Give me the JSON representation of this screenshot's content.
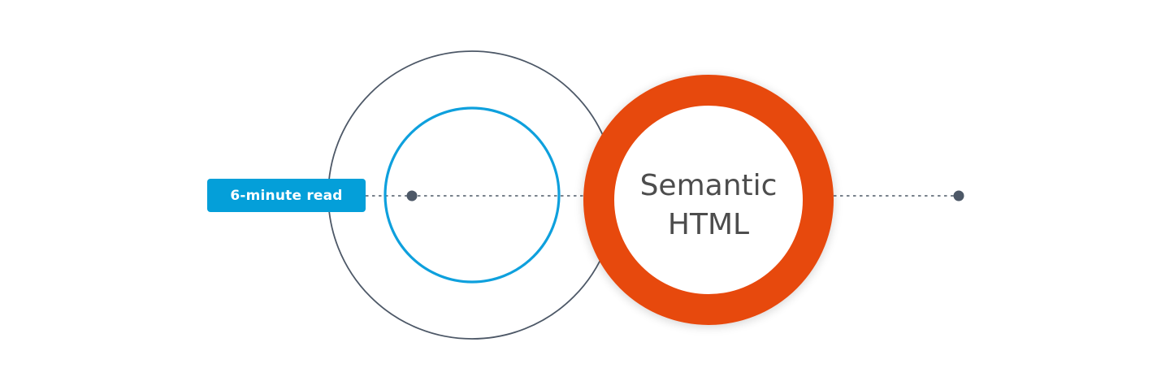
{
  "badge": {
    "label": "6-minute read"
  },
  "title": {
    "line1": "Semantic",
    "line2": "HTML"
  },
  "colors": {
    "badge_bg": "#049fd9",
    "badge_text": "#ffffff",
    "outer_ring": "#4d5867",
    "inner_ring": "#0ea0dd",
    "accent_ring": "#e74810",
    "dotted_line": "#4d5867",
    "endpoint_dot": "#4d5867",
    "title_text": "#4d4d4d"
  },
  "icons": {
    "endpoint": "dot-icon"
  }
}
